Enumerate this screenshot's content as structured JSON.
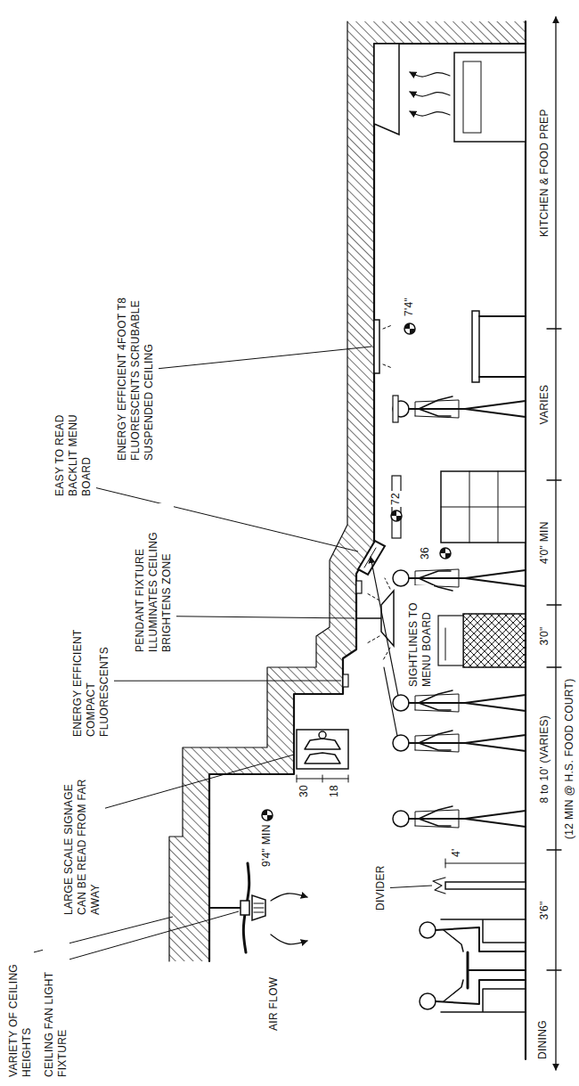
{
  "diagram": {
    "labels": [
      "VARIETY OF CEILING HEIGHTS",
      "CEILING FAN LIGHT FIXTURE",
      "LARGE SCALE SIGNAGE CAN BE READ FROM FAR AWAY",
      "ENERGY EFFICIENT COMPACT FLUORESCENTS",
      "PENDANT FIXTURE ILLUMINATES CEILING BRIGHTENS ZONE",
      "EASY TO READ BACKLIT MENU BOARD",
      "ENERGY EFFICIENT 4FOOT T8 FLUORESCENTS SCRUBABLE SUSPENDED CEILING",
      "AIR FLOW",
      "DIVIDER",
      "SIGHTLINES TO MENU BOARD",
      "9'4\" MIN",
      "30",
      "18",
      "72",
      "36",
      "4'",
      "7'4\"",
      "DINING",
      "3'6\"",
      "8 to 10' (VARIES)",
      "(12 MIN @ H.S. FOOD COURT)",
      "3'0\"",
      "4'0\" MIN",
      "VARIES",
      "KITCHEN & FOOD PREP"
    ]
  }
}
